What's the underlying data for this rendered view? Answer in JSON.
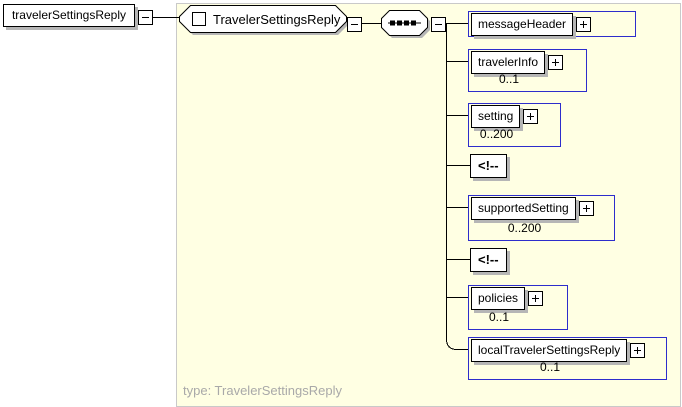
{
  "root_element": {
    "label": "travelerSettingsReply"
  },
  "panel": {
    "header": {
      "label": "TravelerSettingsReply"
    },
    "type_label": "type: TravelerSettingsReply"
  },
  "colors": {
    "panel_background": "#ffffe3",
    "container_border_blue": "#2d2dcc",
    "box_shadow_gray": "#b6b6b6",
    "type_label_gray": "#a9a9a9"
  },
  "icons": {
    "root_collapse": "minus-box-icon",
    "header_collapse": "minus-box-icon",
    "sequence_collapse": "minus-box-icon",
    "child_expand": "plus-box-icon",
    "sequence": "sequence-compositor-icon",
    "element_marker": "element-square-icon"
  },
  "children": [
    {
      "kind": "element",
      "label": "messageHeader",
      "cardinality": ""
    },
    {
      "kind": "element",
      "label": "travelerInfo",
      "cardinality": "0..1"
    },
    {
      "kind": "element",
      "label": "setting",
      "cardinality": "0..200"
    },
    {
      "kind": "comment",
      "label": "<!--",
      "cardinality": ""
    },
    {
      "kind": "element",
      "label": "supportedSetting",
      "cardinality": "0..200"
    },
    {
      "kind": "comment",
      "label": "<!--",
      "cardinality": ""
    },
    {
      "kind": "element",
      "label": "policies",
      "cardinality": "0..1"
    },
    {
      "kind": "element",
      "label": "localTravelerSettingsReply",
      "cardinality": "0..1"
    }
  ]
}
